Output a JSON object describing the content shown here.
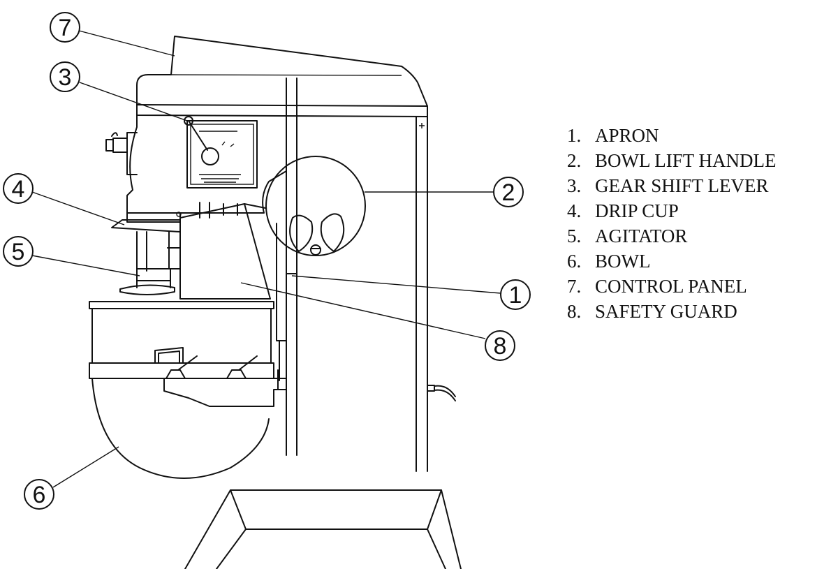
{
  "callouts": [
    "7",
    "3",
    "4",
    "5",
    "6",
    "2",
    "1",
    "8"
  ],
  "legend": [
    {
      "number": "1.",
      "label": "APRON"
    },
    {
      "number": "2.",
      "label": "BOWL LIFT HANDLE"
    },
    {
      "number": "3.",
      "label": "GEAR SHIFT LEVER"
    },
    {
      "number": "4.",
      "label": "DRIP CUP"
    },
    {
      "number": "5.",
      "label": "AGITATOR"
    },
    {
      "number": "6.",
      "label": "BOWL"
    },
    {
      "number": "7.",
      "label": "CONTROL PANEL"
    },
    {
      "number": "8.",
      "label": "SAFETY GUARD"
    }
  ]
}
